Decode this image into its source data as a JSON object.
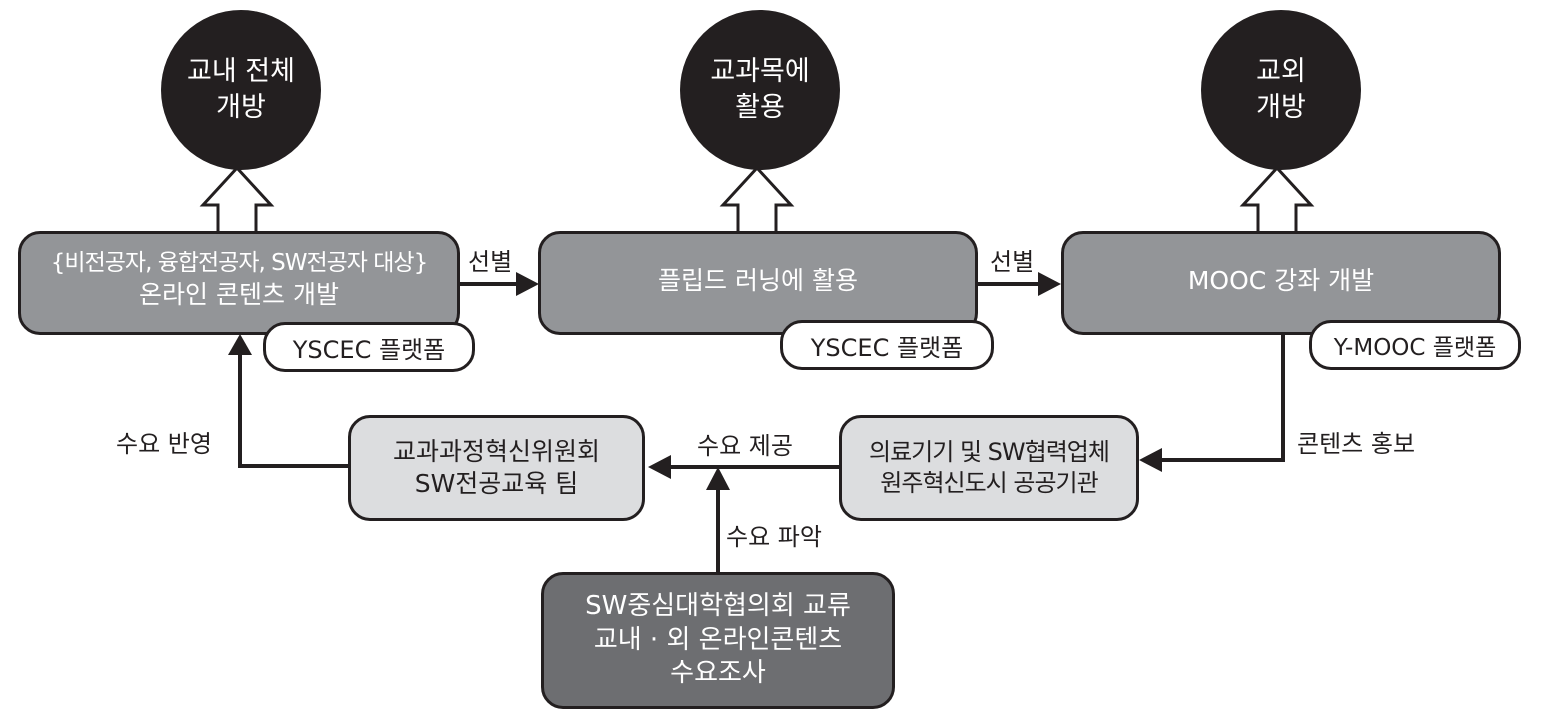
{
  "circles": {
    "campus_open": {
      "lines": [
        "교내 전체",
        "개방"
      ]
    },
    "course_use": {
      "lines": [
        "교과목에",
        "활용"
      ]
    },
    "external_open": {
      "lines": [
        "교외",
        "개방"
      ]
    }
  },
  "boxes": {
    "content_dev": {
      "lines": [
        "{비전공자, 융합전공자, SW전공자 대상}",
        "온라인 콘텐츠 개발"
      ],
      "platform": "YSCEC 플랫폼"
    },
    "flipped": {
      "lines": [
        "플립드 러닝에 활용"
      ],
      "platform": "YSCEC 플랫폼"
    },
    "mooc": {
      "lines": [
        "MOOC 강좌 개발"
      ],
      "platform": "Y-MOOC 플랫폼"
    },
    "committee": {
      "lines": [
        "교과과정혁신위원회",
        "SW전공교육 팀"
      ]
    },
    "partners": {
      "lines": [
        "의료기기 및 SW협력업체",
        "원주혁신도시 공공기관"
      ]
    },
    "survey": {
      "lines": [
        "SW중심대학협의회 교류",
        "교내 · 외 온라인콘텐츠",
        "수요조사"
      ]
    }
  },
  "edge_labels": {
    "select_1": "선별",
    "select_2": "선별",
    "promote": "콘텐츠 홍보",
    "provide": "수요 제공",
    "reflect": "수요 반영",
    "identify": "수요 파악"
  },
  "colors": {
    "stroke": "#231f20",
    "box_mid": "#939598",
    "box_light": "#dcdddf",
    "box_dark": "#6d6e71"
  }
}
